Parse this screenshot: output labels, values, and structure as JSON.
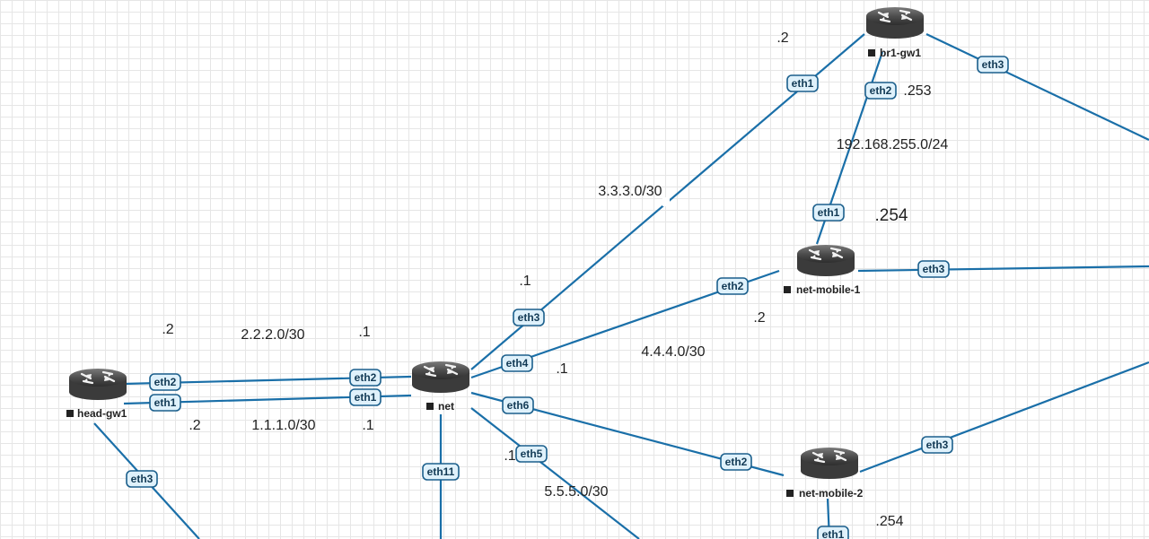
{
  "nodes": {
    "head_gw1": "head-gw1",
    "net": "net",
    "br1_gw1": "br1-gw1",
    "net_mobile_1": "net-mobile-1",
    "net_mobile_2": "net-mobile-2"
  },
  "ports": {
    "head_gw1_eth2": "eth2",
    "head_gw1_eth1": "eth1",
    "head_gw1_eth3": "eth3",
    "net_eth2": "eth2",
    "net_eth1": "eth1",
    "net_eth3": "eth3",
    "net_eth4": "eth4",
    "net_eth6": "eth6",
    "net_eth5": "eth5",
    "net_eth11": "eth11",
    "br1_gw1_eth1": "eth1",
    "br1_gw1_eth2": "eth2",
    "br1_gw1_eth3": "eth3",
    "net_mobile_1_eth1": "eth1",
    "net_mobile_1_eth2": "eth2",
    "net_mobile_1_eth3": "eth3",
    "net_mobile_2_eth2": "eth2",
    "net_mobile_2_eth3": "eth3",
    "net_mobile_2_eth1": "eth1"
  },
  "labels": {
    "head_gw1_eth2_ip": ".2",
    "subnet_2_2_2": "2.2.2.0/30",
    "net_eth2_ip": ".1",
    "head_gw1_eth1_ip": ".2",
    "subnet_1_1_1": "1.1.1.0/30",
    "net_eth1_ip": ".1",
    "net_eth3_ip": ".1",
    "subnet_3_3_3": "3.3.3.0/30",
    "br1_gw1_eth1_ip": ".2",
    "br1_gw1_eth2_ip": ".253",
    "subnet_192_168_255": "192.168.255.0/24",
    "net_mobile_1_eth1_ip": ".254",
    "net_mobile_1_eth2_ip": ".2",
    "subnet_4_4_4": "4.4.4.0/30",
    "net_eth4_ip": ".1",
    "net_eth5_ip": ".1",
    "subnet_5_5_5": "5.5.5.0/30",
    "net_mobile_2_eth1_ip": ".254"
  },
  "colors": {
    "link": "#1a6fa8",
    "port_fill": "#dff1fb",
    "port_border": "#1b5f8c",
    "router_body": "#4a4a4a"
  },
  "icons": {
    "router": "router-icon"
  }
}
